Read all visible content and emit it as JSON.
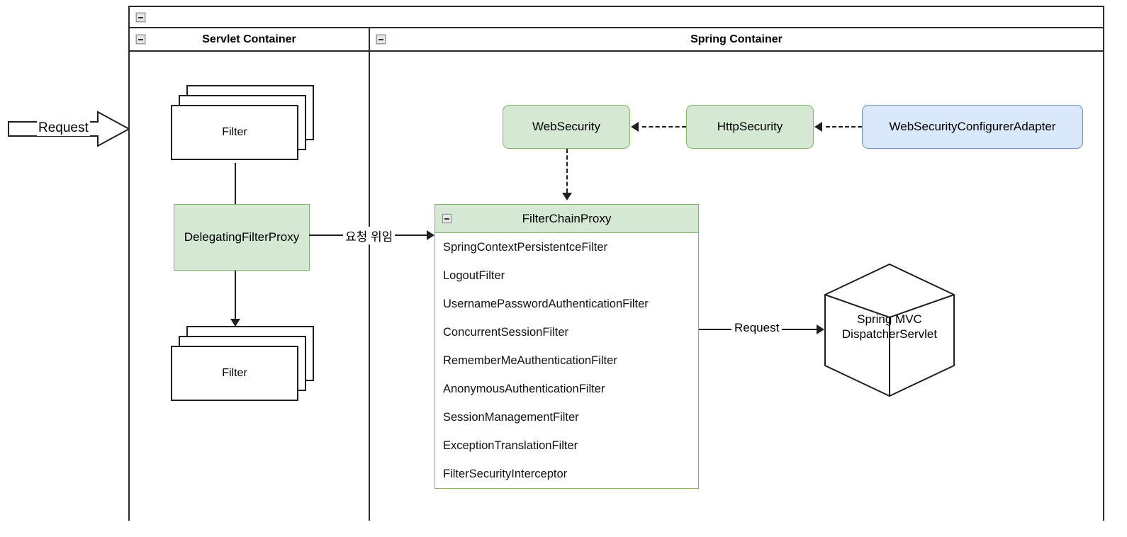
{
  "diagram": {
    "title": "Spring Security Filter Chain Architecture",
    "colors": {
      "green_fill": "#d5e8d4",
      "green_stroke": "#82b366",
      "blue_fill": "#dae8fc",
      "blue_stroke": "#6c8ebf",
      "stroke": "#1f1f1f",
      "background": "#ffffff"
    }
  },
  "lanes": {
    "servlet": {
      "title": "Servlet Container"
    },
    "spring": {
      "title": "Spring Container"
    }
  },
  "icons": {
    "collapse": "minus-box"
  },
  "nodes": {
    "request_in": {
      "label": "Request"
    },
    "filter_top": {
      "label": "Filter"
    },
    "filter_bottom": {
      "label": "Filter"
    },
    "delegating_filter_proxy": {
      "label": "DelegatingFilterProxy"
    },
    "web_security": {
      "label": "WebSecurity"
    },
    "http_security": {
      "label": "HttpSecurity"
    },
    "web_security_configurer_adapter": {
      "label": "WebSecurityConfigurerAdapter"
    },
    "dispatcher_servlet": {
      "label": "Spring MVC\nDispatcherServlet"
    }
  },
  "filter_chain_proxy": {
    "title": "FilterChainProxy",
    "filters": [
      "SpringContextPersistentceFilter",
      "LogoutFilter",
      "UsernamePasswordAuthenticationFilter",
      "ConcurrentSessionFilter",
      "RememberMeAuthenticationFilter",
      "AnonymousAuthenticationFilter",
      "SessionManagementFilter",
      "ExceptionTranslationFilter",
      "FilterSecurityInterceptor"
    ]
  },
  "edges": {
    "delegate_label": "요청 위임",
    "request_to_dispatcher_label": "Request"
  }
}
